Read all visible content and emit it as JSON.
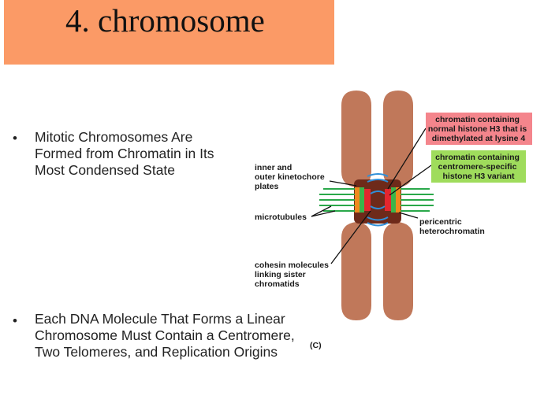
{
  "slide": {
    "title": "4. chromosome",
    "bullet_symbol": "•",
    "bullets": [
      "Mitotic Chromosomes Are Formed from Chromatin in Its Most Condensed State",
      "Each DNA Molecule That Forms a Linear Chromosome Must Contain a Centromere, Two Telomeres, and Replication Origins"
    ]
  },
  "figure": {
    "panel_label": "(C)",
    "labels": {
      "kinetochore": [
        "inner and",
        "outer kinetochore",
        "plates"
      ],
      "microtubules": "microtubules",
      "cohesin": [
        "cohesin molecules",
        "linking sister",
        "chromatids"
      ],
      "pericentric": [
        "pericentric",
        "heterochromatin"
      ],
      "h3k4": [
        "chromatin containing",
        "normal histone H3 that is",
        "dimethylated at lysine 4"
      ],
      "cenpa": [
        "chromatin containing",
        "centromere-specific",
        "histone H3 variant"
      ]
    },
    "colors": {
      "chromatid": "#c0785a",
      "pericentric": "#6e2a1a",
      "h3k4_box": "#f4858c",
      "cenpa_box": "#9fdc5c",
      "microtubule": "#2aa84a",
      "cohesin": "#2f8fd8",
      "title_bg": "#fb9a66"
    }
  }
}
